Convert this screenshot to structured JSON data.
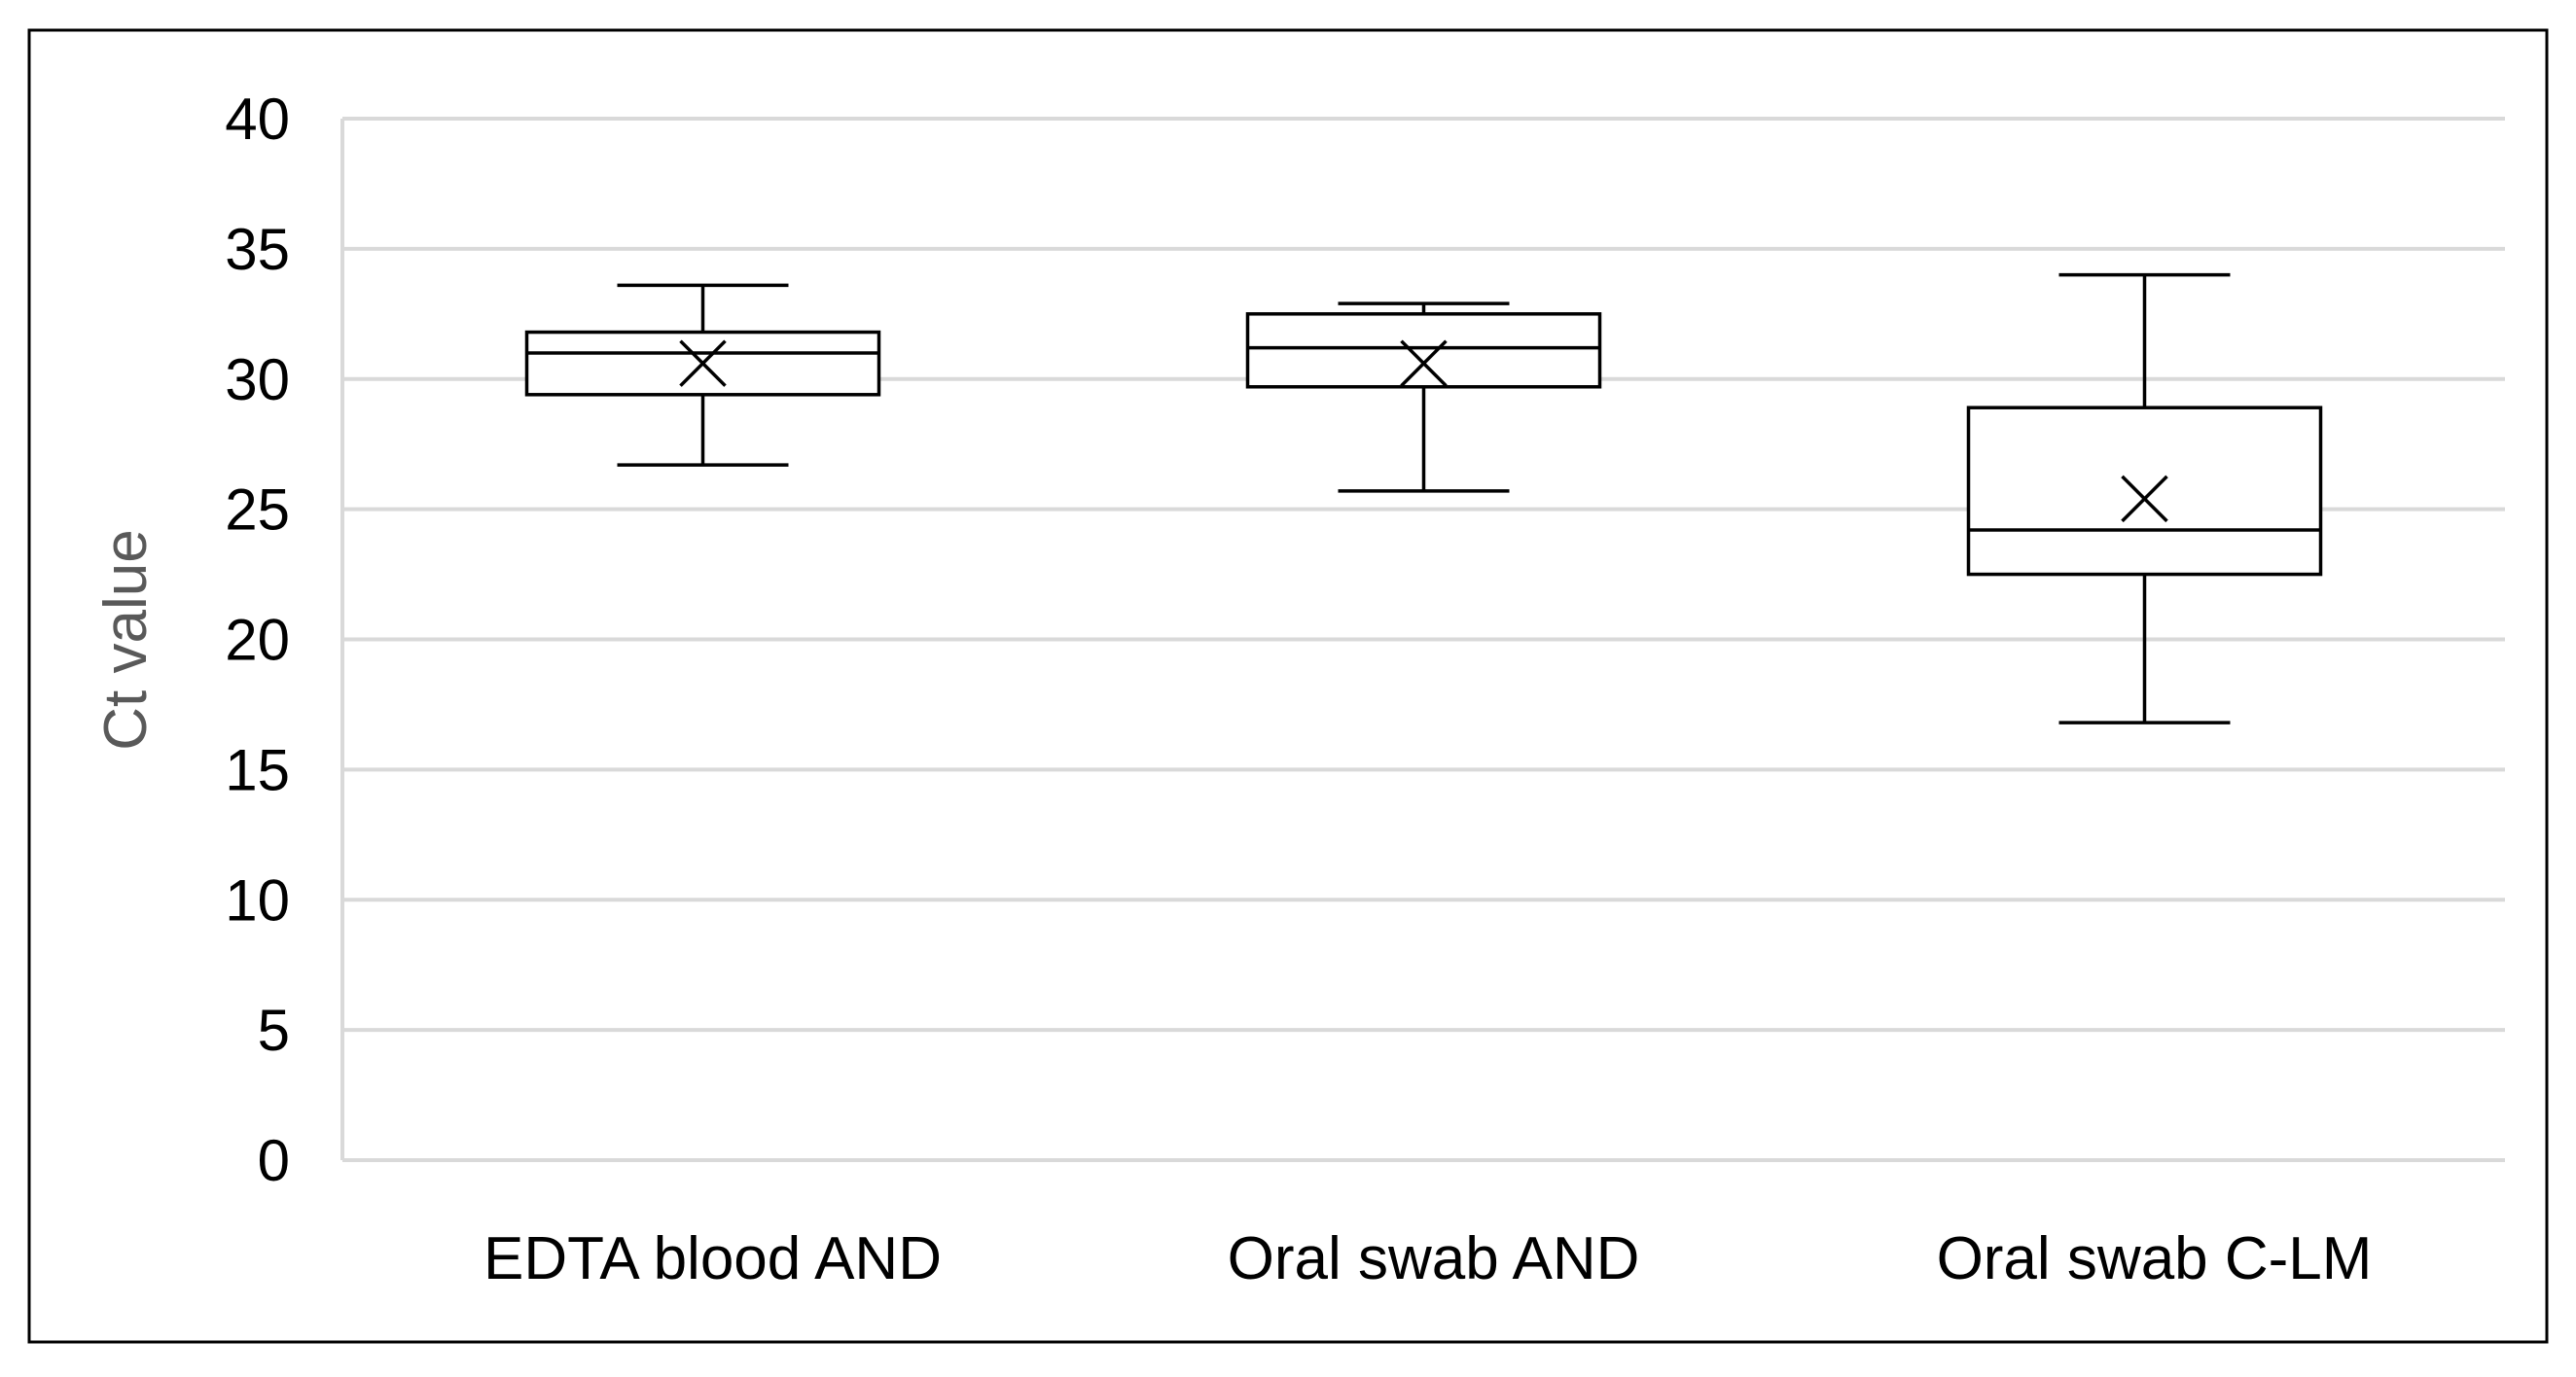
{
  "chart_data": {
    "type": "box",
    "title": "",
    "xlabel": "",
    "ylabel": "Ct value",
    "ylim": [
      0,
      40
    ],
    "yticks": [
      "0",
      "5",
      "10",
      "15",
      "20",
      "25",
      "30",
      "35",
      "40"
    ],
    "grid": true,
    "legend": "none",
    "categories": [
      "EDTA blood AND",
      "Oral swab AND",
      "Oral swab C-LM"
    ],
    "boxes": [
      {
        "category": "EDTA blood AND",
        "min": 26.7,
        "q1": 29.4,
        "median": 31.0,
        "q3": 31.8,
        "max": 33.6,
        "mean": 30.6
      },
      {
        "category": "Oral swab AND",
        "min": 25.7,
        "q1": 29.7,
        "median": 31.2,
        "q3": 32.5,
        "max": 32.9,
        "mean": 30.6
      },
      {
        "category": "Oral swab C-LM",
        "min": 16.8,
        "q1": 22.5,
        "median": 24.2,
        "q3": 28.9,
        "max": 34.0,
        "mean": 25.4
      }
    ]
  },
  "colors": {
    "grid": "#d9d9d9",
    "box_stroke": "#000000",
    "axis_title": "#595959",
    "frame": "#000000"
  }
}
